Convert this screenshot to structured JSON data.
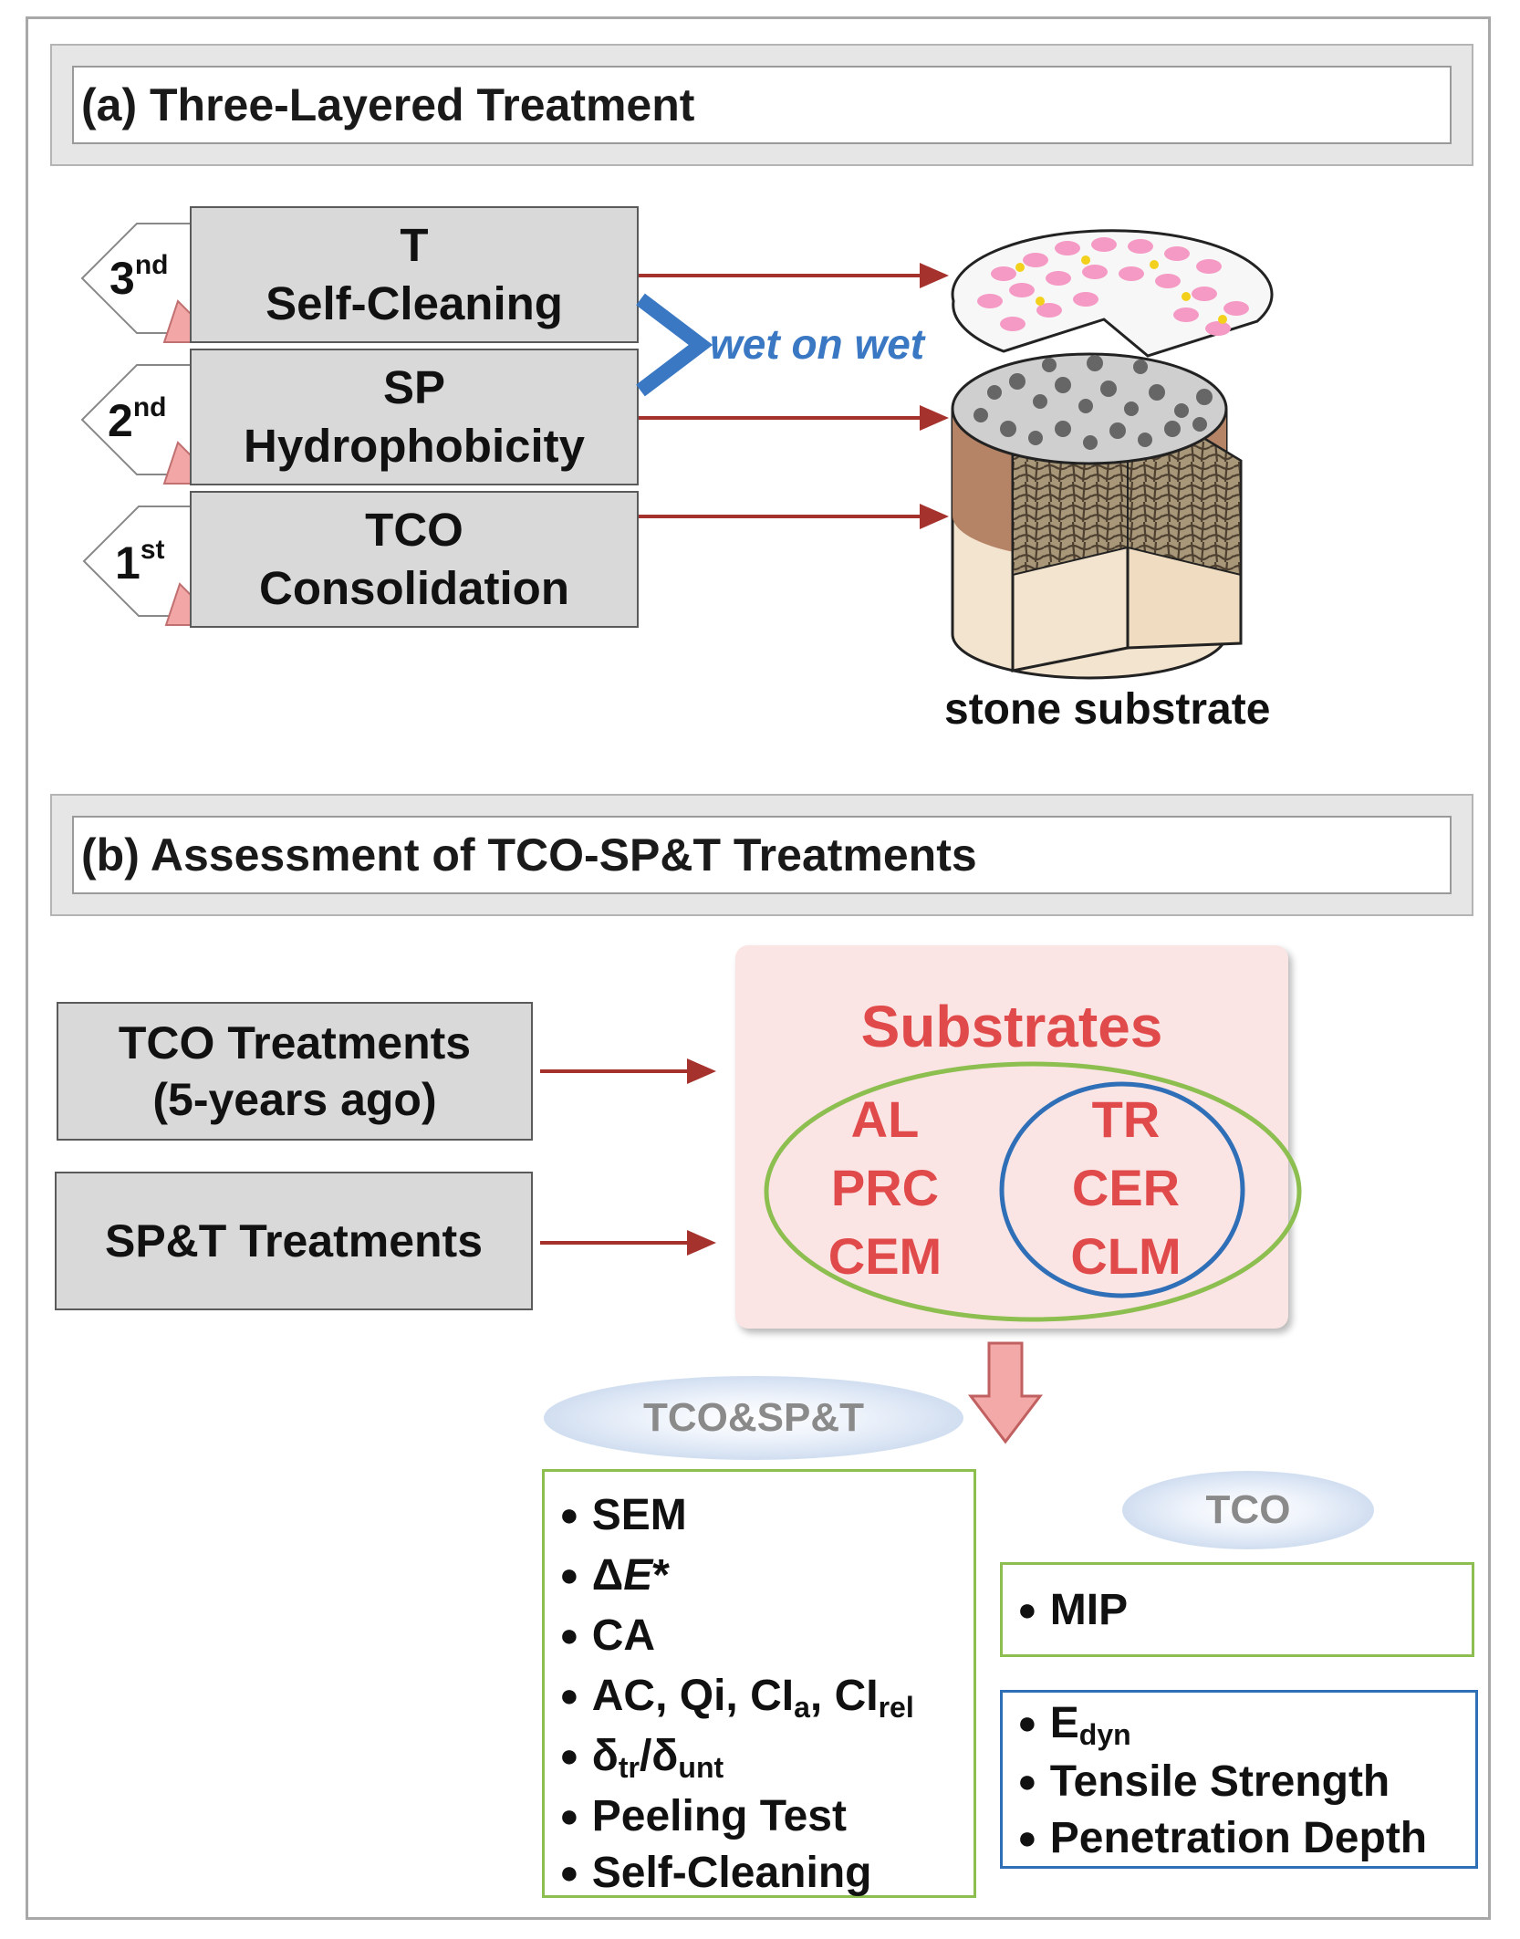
{
  "section_a": {
    "title": "(a) Three-Layered Treatment",
    "layers": [
      {
        "ord_num": "3",
        "ord_suffix": "nd",
        "name": "T",
        "desc": "Self-Cleaning"
      },
      {
        "ord_num": "2",
        "ord_suffix": "nd",
        "name": "SP",
        "desc": "Hydrophobicity"
      },
      {
        "ord_num": "1",
        "ord_suffix": "st",
        "name": "TCO",
        "desc": "Consolidation"
      }
    ],
    "wet_label": "wet on wet",
    "substrate_label": "stone substrate"
  },
  "section_b": {
    "title": "(b) Assessment of TCO-SP&T Treatments",
    "box1_line1": "TCO Treatments",
    "box1_line2": "(5-years ago)",
    "box2": "SP&T Treatments",
    "substrates_title": "Substrates",
    "group_green": [
      "AL",
      "PRC",
      "CEM"
    ],
    "group_blue": [
      "TR",
      "CER",
      "CLM"
    ],
    "pill_left": "TCO&SP&T",
    "pill_right": "TCO",
    "left_list": {
      "sem": "SEM",
      "de_prefix": "Δ",
      "de_e": "E",
      "de_star": "*",
      "ca": "CA",
      "ac_a": "AC, Qi, CI",
      "ac_sub1": "a",
      "ac_b": ", CI",
      "ac_sub2": "rel",
      "delta_a": "δ",
      "delta_sub1": "tr",
      "delta_b": "/δ",
      "delta_sub2": "unt",
      "peel": "Peeling Test",
      "self": "Self-Cleaning"
    },
    "right_list_green": {
      "mip": "MIP"
    },
    "right_list_blue": {
      "edyn_main": "E",
      "edyn_sub": "dyn",
      "tensile": "Tensile Strength",
      "penetration": "Penetration Depth"
    }
  },
  "colors": {
    "arrow_red": "#a5322c",
    "accent_blue": "#3a78c4",
    "substrate_red": "#e04a4a",
    "green_outline": "#8cbf4f",
    "blue_outline": "#2f6fb7"
  }
}
